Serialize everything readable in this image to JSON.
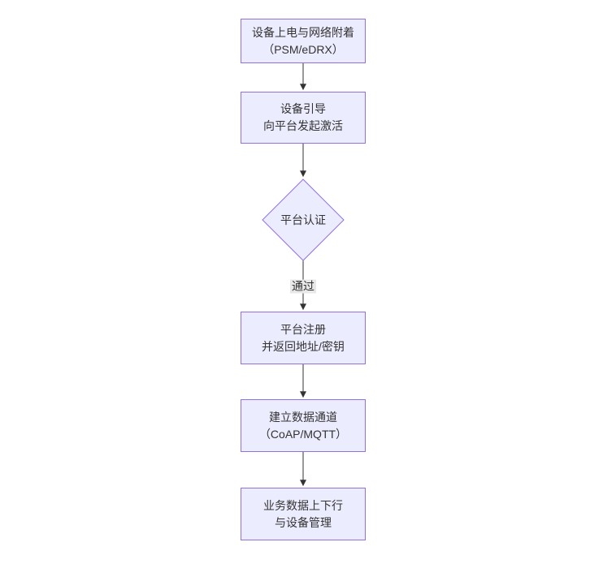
{
  "diagram": {
    "type": "flowchart",
    "direction": "top-down",
    "nodes": [
      {
        "id": "power",
        "shape": "rect",
        "lines": [
          "设备上电与网络附着",
          "（PSM/eDRX）"
        ]
      },
      {
        "id": "boot",
        "shape": "rect",
        "lines": [
          "设备引导",
          "向平台发起激活"
        ]
      },
      {
        "id": "auth",
        "shape": "diamond",
        "label": "平台认证"
      },
      {
        "id": "register",
        "shape": "rect",
        "lines": [
          "平台注册",
          "并返回地址/密钥"
        ]
      },
      {
        "id": "channel",
        "shape": "rect",
        "lines": [
          "建立数据通道",
          "（CoAP/MQTT）"
        ]
      },
      {
        "id": "service",
        "shape": "rect",
        "lines": [
          "业务数据上下行",
          "与设备管理"
        ]
      }
    ],
    "edges": [
      {
        "from": "power",
        "to": "boot",
        "label": ""
      },
      {
        "from": "boot",
        "to": "auth",
        "label": ""
      },
      {
        "from": "auth",
        "to": "register",
        "label": "通过"
      },
      {
        "from": "register",
        "to": "channel",
        "label": ""
      },
      {
        "from": "channel",
        "to": "service",
        "label": ""
      }
    ],
    "edge_label_pass": "通过",
    "colors": {
      "canvas_bg": "#ffffff",
      "node_fill": "#ECECFF",
      "node_border": "#9370DB",
      "text": "#333333",
      "line": "#333333",
      "label_bg": "#e8e8e8"
    }
  }
}
